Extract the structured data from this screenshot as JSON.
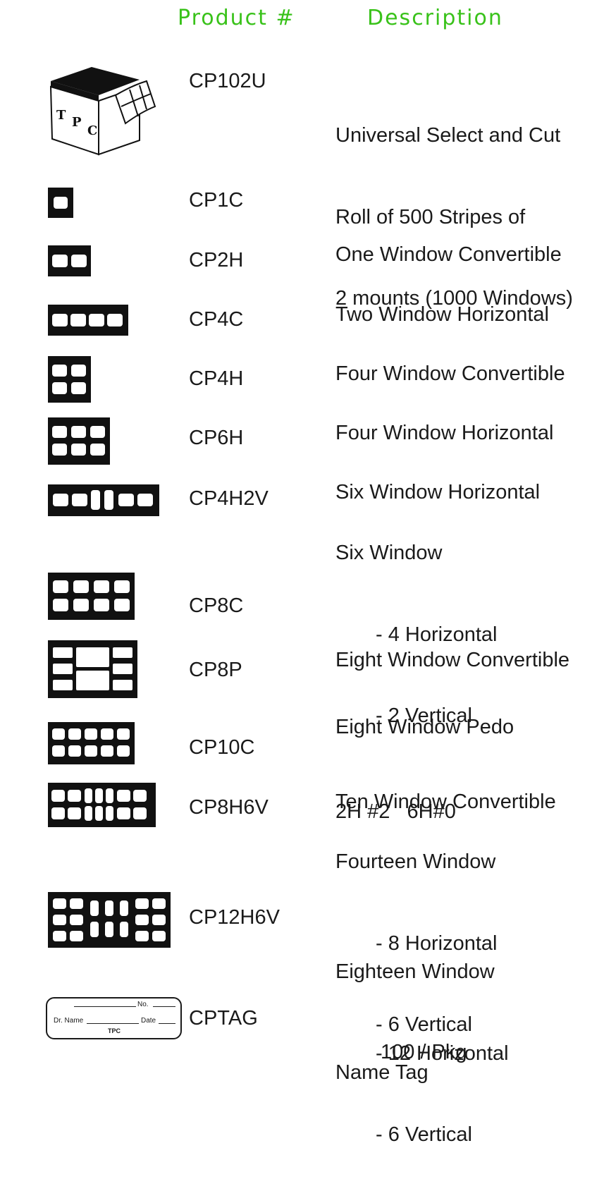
{
  "header": {
    "product_label": "Product #",
    "description_label": "Description",
    "accent_color": "#39c21a"
  },
  "products": [
    {
      "code": "CP102U",
      "desc": [
        "Universal Select and Cut",
        "Roll of 500 Stripes of",
        "2 mounts (1000 Windows)"
      ],
      "icon": "tpc-box-icon",
      "box_text": [
        "T",
        "P",
        "C"
      ]
    },
    {
      "code": "CP1C",
      "desc": [
        "One Window Convertible"
      ],
      "icon": "one-window-mount-icon"
    },
    {
      "code": "CP2H",
      "desc": [
        "Two Window Horizontal"
      ],
      "icon": "two-window-mount-icon"
    },
    {
      "code": "CP4C",
      "desc": [
        "Four Window Convertible"
      ],
      "icon": "four-window-convertible-mount-icon"
    },
    {
      "code": "CP4H",
      "desc": [
        "Four Window Horizontal"
      ],
      "icon": "four-window-horizontal-mount-icon"
    },
    {
      "code": "CP6H",
      "desc": [
        "Six Window Horizontal"
      ],
      "icon": "six-window-horizontal-mount-icon"
    },
    {
      "code": "CP4H2V",
      "desc": [
        "Six Window"
      ],
      "sub": [
        "- 4 Horizontal",
        "- 2 Vertical"
      ],
      "icon": "six-window-mixed-mount-icon"
    },
    {
      "code": "CP8C",
      "desc": [
        "Eight Window Convertible"
      ],
      "icon": "eight-window-convertible-mount-icon"
    },
    {
      "code": "CP8P",
      "desc": [
        "Eight Window Pedo",
        "2H #2   6H#0"
      ],
      "icon": "eight-window-pedo-mount-icon"
    },
    {
      "code": "CP10C",
      "desc": [
        "Ten Window Convertible"
      ],
      "icon": "ten-window-convertible-mount-icon"
    },
    {
      "code": "CP8H6V",
      "desc": [
        "Fourteen Window"
      ],
      "sub": [
        "- 8 Horizontal",
        "- 6 Vertical"
      ],
      "icon": "fourteen-window-mount-icon"
    },
    {
      "code": "CP12H6V",
      "desc": [
        "Eighteen Window"
      ],
      "sub": [
        "- 12 Horizontal",
        "- 6 Vertical"
      ],
      "icon": "eighteen-window-mount-icon"
    },
    {
      "code": "CPTAG",
      "desc": [
        "Name Tag"
      ],
      "sub2": "100 / Pkg",
      "icon": "name-tag-icon",
      "tag_text": {
        "no": "No.",
        "dr_name": "Dr. Name",
        "date": "Date",
        "brand": "TPC"
      }
    }
  ]
}
